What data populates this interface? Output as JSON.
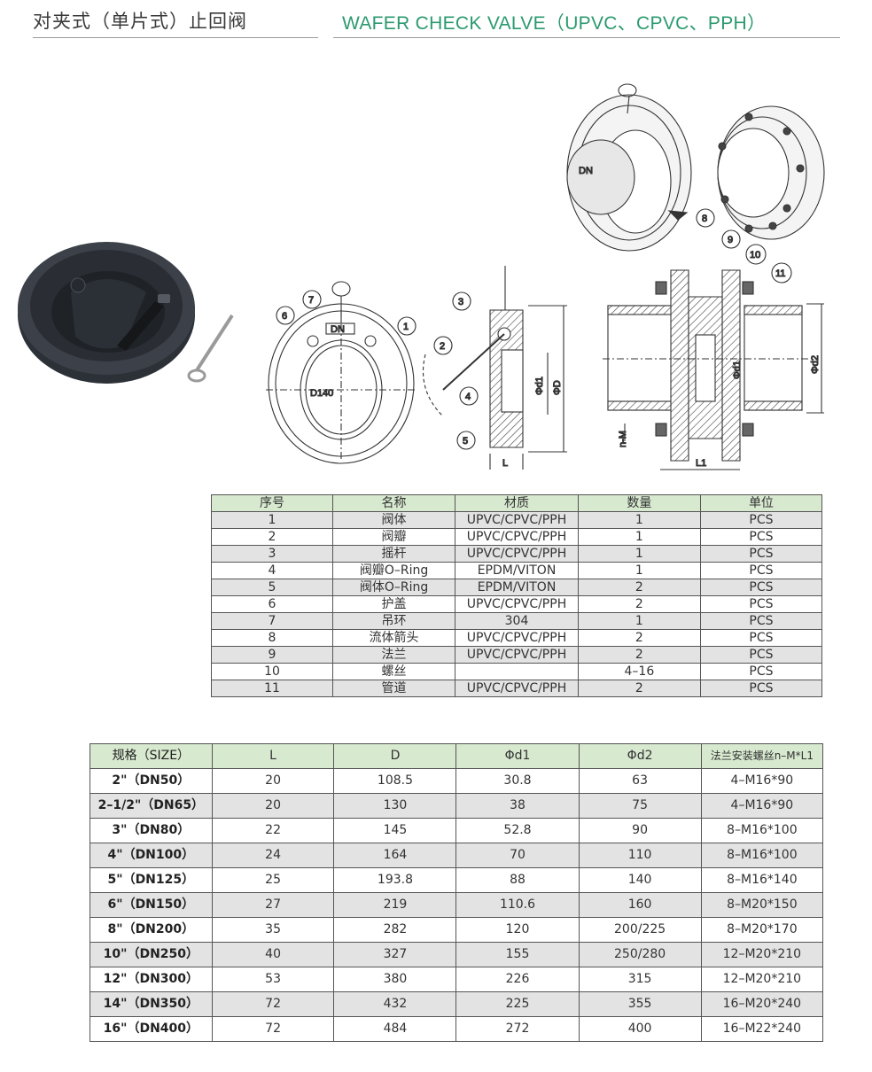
{
  "header": {
    "title_cn": "对夹式（单片式）止回阀",
    "title_en": "WAFER CHECK VALVE（UPVC、CPVC、PPH）"
  },
  "drawing": {
    "callouts": [
      "1",
      "2",
      "3",
      "4",
      "5",
      "6",
      "7",
      "8",
      "9",
      "10",
      "11"
    ],
    "dims": {
      "L": "L",
      "L1": "L1",
      "d1": "Φd1",
      "D": "ΦD",
      "d2": "Φd2",
      "nM": "n-M"
    },
    "disc_mark": "D140",
    "cap_mark": "DN"
  },
  "parts_table": {
    "headers": [
      "序号",
      "名称",
      "材质",
      "数量",
      "单位"
    ],
    "rows": [
      [
        "1",
        "阀体",
        "UPVC/CPVC/PPH",
        "1",
        "PCS"
      ],
      [
        "2",
        "阀瓣",
        "UPVC/CPVC/PPH",
        "1",
        "PCS"
      ],
      [
        "3",
        "摇杆",
        "UPVC/CPVC/PPH",
        "1",
        "PCS"
      ],
      [
        "4",
        "阀瓣O–Ring",
        "EPDM/VITON",
        "1",
        "PCS"
      ],
      [
        "5",
        "阀体O–Ring",
        "EPDM/VITON",
        "2",
        "PCS"
      ],
      [
        "6",
        "护盖",
        "UPVC/CPVC/PPH",
        "2",
        "PCS"
      ],
      [
        "7",
        "吊环",
        "304",
        "1",
        "PCS"
      ],
      [
        "8",
        "流体箭头",
        "UPVC/CPVC/PPH",
        "2",
        "PCS"
      ],
      [
        "9",
        "法兰",
        "UPVC/CPVC/PPH",
        "2",
        "PCS"
      ],
      [
        "10",
        "螺丝",
        "",
        "4–16",
        "PCS"
      ],
      [
        "11",
        "管道",
        "UPVC/CPVC/PPH",
        "2",
        "PCS"
      ]
    ]
  },
  "size_table": {
    "headers": [
      "规格（SIZE）",
      "L",
      "D",
      "Φd1",
      "Φd2",
      "法兰安装螺丝n–M*L1"
    ],
    "rows": [
      [
        "2\"（DN50）",
        "20",
        "108.5",
        "30.8",
        "63",
        "4–M16*90"
      ],
      [
        "2–1/2\"（DN65）",
        "20",
        "130",
        "38",
        "75",
        "4–M16*90"
      ],
      [
        "3\"（DN80）",
        "22",
        "145",
        "52.8",
        "90",
        "8–M16*100"
      ],
      [
        "4\"（DN100）",
        "24",
        "164",
        "70",
        "110",
        "8–M16*100"
      ],
      [
        "5\"（DN125）",
        "25",
        "193.8",
        "88",
        "140",
        "8–M16*140"
      ],
      [
        "6\"（DN150）",
        "27",
        "219",
        "110.6",
        "160",
        "8–M20*150"
      ],
      [
        "8\"（DN200）",
        "35",
        "282",
        "120",
        "200/225",
        "8–M20*170"
      ],
      [
        "10\"（DN250）",
        "40",
        "327",
        "155",
        "250/280",
        "12–M20*210"
      ],
      [
        "12\"（DN300）",
        "53",
        "380",
        "226",
        "315",
        "12–M20*210"
      ],
      [
        "14\"（DN350）",
        "72",
        "432",
        "225",
        "355",
        "16–M20*240"
      ],
      [
        "16\"（DN400）",
        "72",
        "484",
        "272",
        "400",
        "16–M22*240"
      ]
    ]
  },
  "colors": {
    "accent": "#2b9a6e",
    "header_fill": "#d7e9cf",
    "stripe_fill": "#e3e3e3"
  }
}
